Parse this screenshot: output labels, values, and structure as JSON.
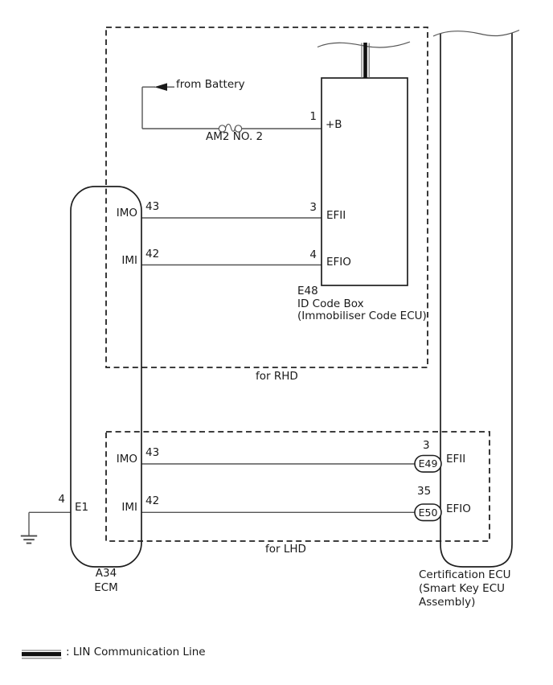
{
  "colors": {
    "background": "#ffffff",
    "wire": "#555555",
    "border": "#1f1f1f",
    "text": "#1a1a1a"
  },
  "rhd": {
    "caption": "for RHD",
    "from_battery": "from Battery",
    "fuse": "AM2 NO. 2",
    "plus_b_pin": "1",
    "plus_b": "+B",
    "imo_pin": "43",
    "imo": "IMO",
    "imi_pin": "42",
    "imi": "IMI",
    "efii_pin": "3",
    "efii": "EFII",
    "efio_pin": "4",
    "efio": "EFIO",
    "box_code": "E48",
    "box_name": "ID Code Box",
    "box_name_sub": "(Immobiliser Code ECU)"
  },
  "lhd": {
    "caption": "for LHD",
    "imo_pin": "43",
    "imo": "IMO",
    "imi_pin": "42",
    "imi": "IMI",
    "efii_pin": "3",
    "efii_connector": "E49",
    "efii": "EFII",
    "efio_pin": "35",
    "efio_connector": "E50",
    "efio": "EFIO"
  },
  "ecm": {
    "ground_pin": "4",
    "ground_terminal": "E1",
    "code": "A34",
    "name": "ECM"
  },
  "certification_ecu": {
    "name": "Certification ECU",
    "sub1": "(Smart Key ECU",
    "sub2": "Assembly)"
  },
  "legend": {
    "lin": ": LIN Communication Line"
  }
}
